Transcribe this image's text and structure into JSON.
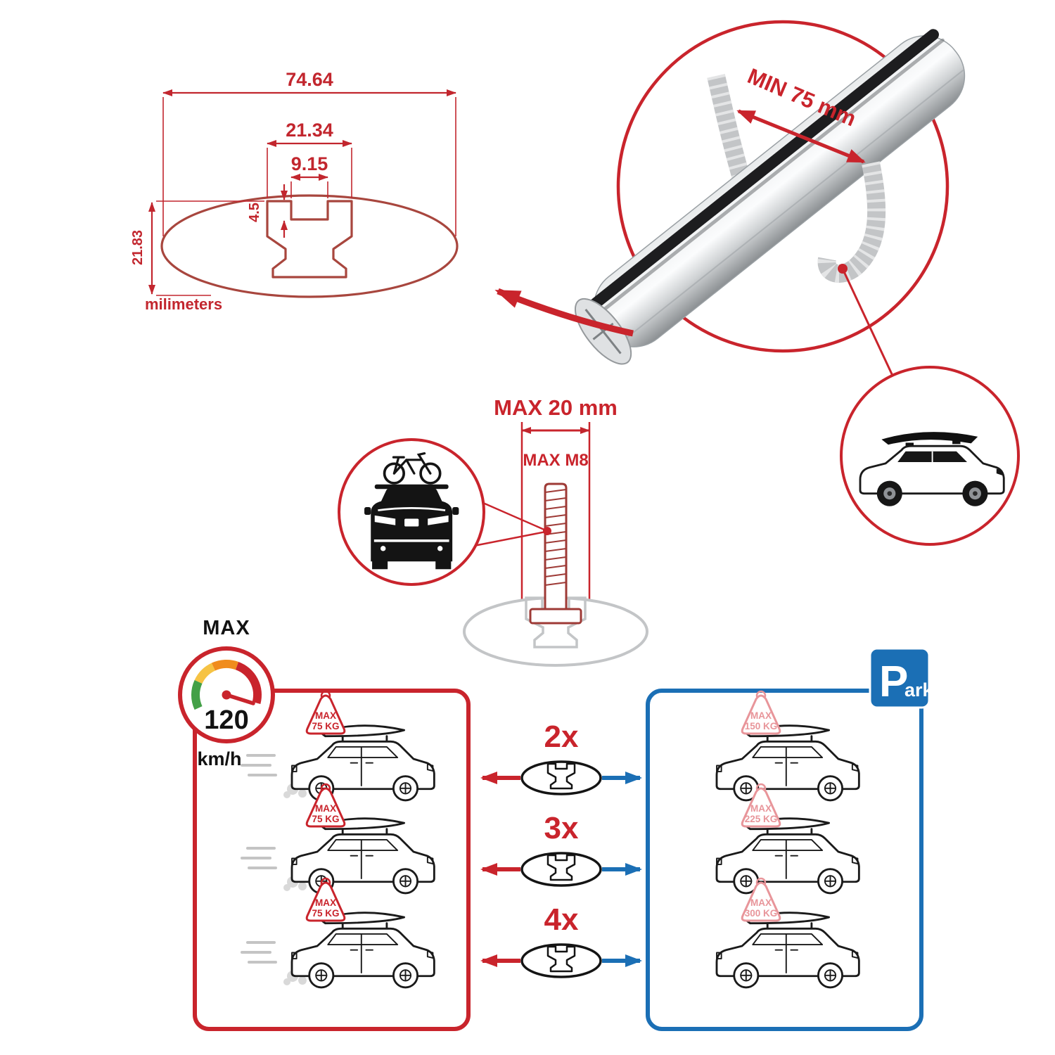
{
  "colors": {
    "accent_red": "#C9242C",
    "profile_red": "#A8463E",
    "accent_blue": "#1B6FB5",
    "steel_gray": "#C7C9CB"
  },
  "cross_section": {
    "total_width": "74.64",
    "slot_outer_width": "21.34",
    "slot_inner_width": "9.15",
    "slot_depth": "4.5",
    "total_height": "21.83",
    "units_label": "milimeters"
  },
  "bar_callout": {
    "min_clamp_span": "MIN 75 mm"
  },
  "bolt_callout": {
    "max_head_width": "MAX 20 mm",
    "max_thread": "MAX M8"
  },
  "speed_limit": {
    "heading": "MAX",
    "value": "120",
    "units": "km/h"
  },
  "parking_sign": {
    "initial": "P",
    "rest": "ark"
  },
  "comparison": {
    "rows": [
      {
        "count": "2x",
        "drive_max": "MAX",
        "drive_kg": "75 KG",
        "park_max": "MAX",
        "park_kg": "150 KG"
      },
      {
        "count": "3x",
        "drive_max": "MAX",
        "drive_kg": "75 KG",
        "park_max": "MAX",
        "park_kg": "225 KG"
      },
      {
        "count": "4x",
        "drive_max": "MAX",
        "drive_kg": "75 KG",
        "park_max": "MAX",
        "park_kg": "300 KG"
      }
    ]
  }
}
